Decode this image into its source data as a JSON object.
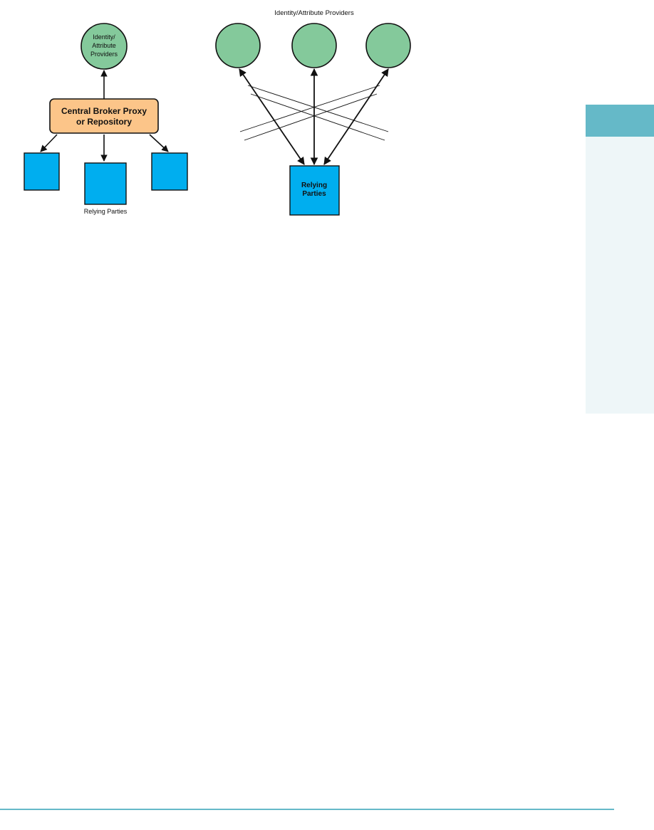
{
  "colors": {
    "provider_fill": "#84c99b",
    "party_fill": "#00aeef",
    "broker_fill": "#fcc589",
    "sidebar_tab": "#65b9c8",
    "sidebar_panel": "#eef6f8",
    "rule": "#65b9c8",
    "stroke": "#111111"
  },
  "left_diagram": {
    "provider_label_lines": [
      "Identity/",
      "Attribute",
      "Providers"
    ],
    "broker_label_lines": [
      "Central Broker Proxy",
      "or Repository"
    ],
    "parties_label": "Relying Parties"
  },
  "right_diagram": {
    "providers_title": "Identity/Attribute Providers",
    "parties_label_lines": [
      "Relying",
      "Parties"
    ]
  }
}
